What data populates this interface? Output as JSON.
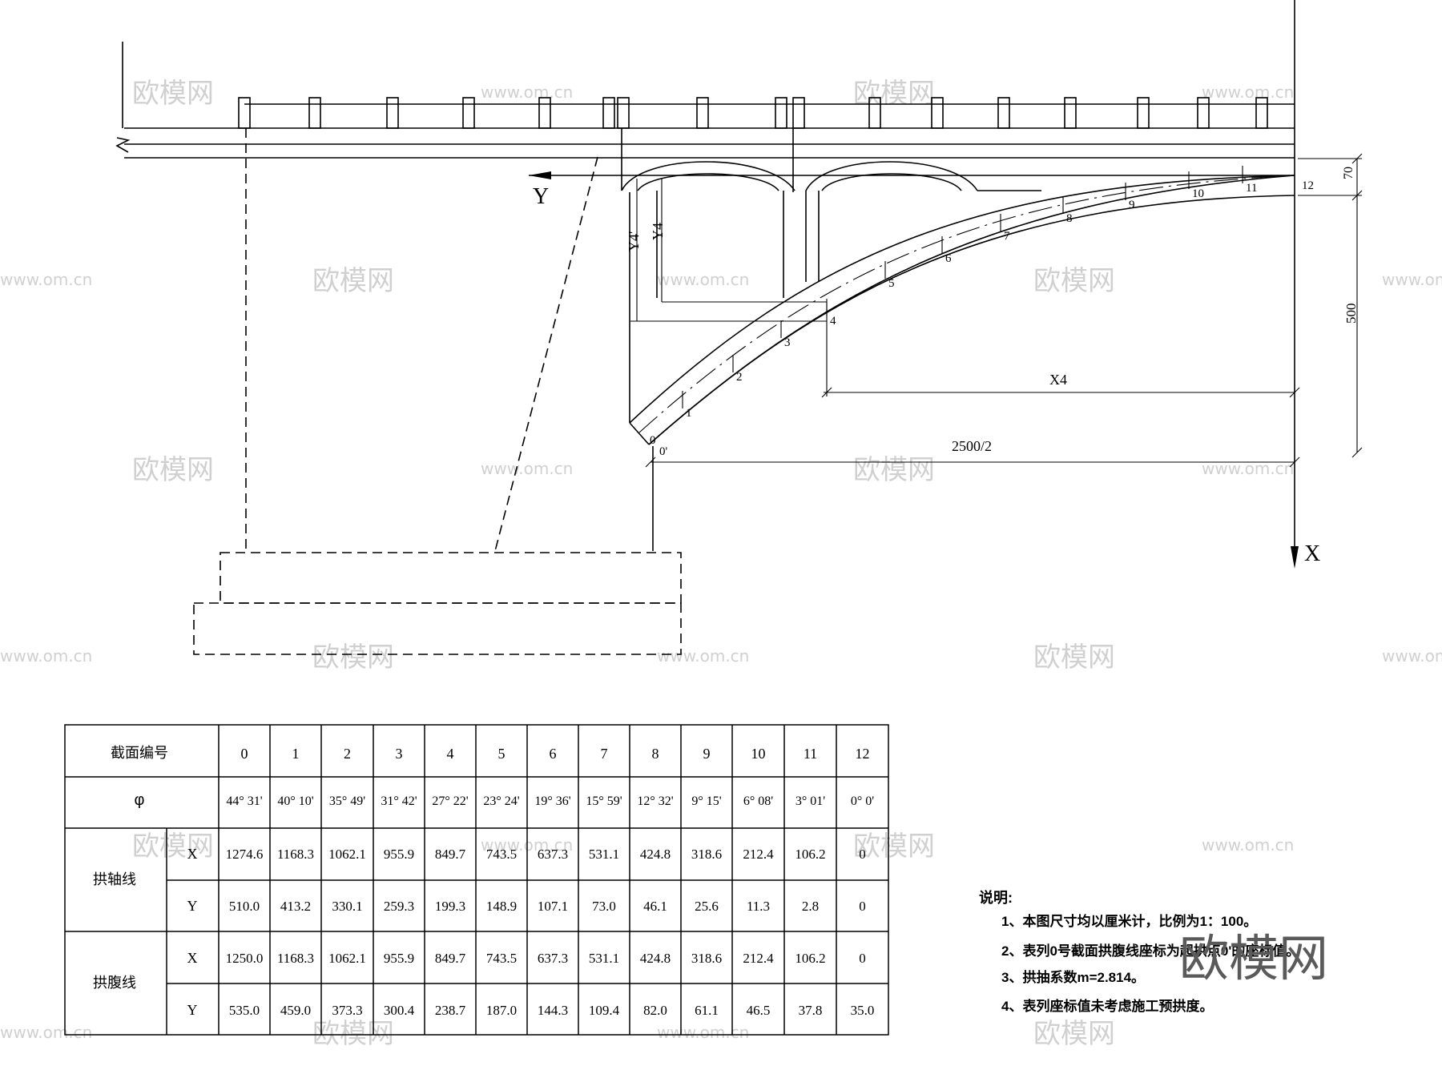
{
  "axes": {
    "y_label": "Y",
    "x_label": "X"
  },
  "dims": {
    "top": "70",
    "height": "500",
    "half_span": "2500/2",
    "x4": "X4",
    "y4": "Y4",
    "y4p": "Y4'"
  },
  "points": {
    "origin_0": "0",
    "origin_0p": "0'",
    "labels": [
      "1",
      "2",
      "3",
      "4",
      "5",
      "6",
      "7",
      "8",
      "9",
      "10",
      "11",
      "12"
    ]
  },
  "table": {
    "header_label": "截面编号",
    "sections": [
      "0",
      "1",
      "2",
      "3",
      "4",
      "5",
      "6",
      "7",
      "8",
      "9",
      "10",
      "11",
      "12"
    ],
    "phi_label": "φ",
    "phi": [
      "44° 31'",
      "40° 10'",
      "35° 49'",
      "31° 42'",
      "27° 22'",
      "23° 24'",
      "19° 36'",
      "15° 59'",
      "12° 32'",
      "9° 15'",
      "6° 08'",
      "3° 01'",
      "0° 0'"
    ],
    "axis_line_label": "拱轴线",
    "intrados_label": "拱腹线",
    "x_label": "X",
    "y_label": "Y",
    "axis_x": [
      "1274.6",
      "1168.3",
      "1062.1",
      "955.9",
      "849.7",
      "743.5",
      "637.3",
      "531.1",
      "424.8",
      "318.6",
      "212.4",
      "106.2",
      "0"
    ],
    "axis_y": [
      "510.0",
      "413.2",
      "330.1",
      "259.3",
      "199.3",
      "148.9",
      "107.1",
      "73.0",
      "46.1",
      "25.6",
      "11.3",
      "2.8",
      "0"
    ],
    "intrados_x": [
      "1250.0",
      "1168.3",
      "1062.1",
      "955.9",
      "849.7",
      "743.5",
      "637.3",
      "531.1",
      "424.8",
      "318.6",
      "212.4",
      "106.2",
      "0"
    ],
    "intrados_y": [
      "535.0",
      "459.0",
      "373.3",
      "300.4",
      "238.7",
      "187.0",
      "144.3",
      "109.4",
      "82.0",
      "61.1",
      "46.5",
      "37.8",
      "35.0"
    ]
  },
  "notes": {
    "title": "说明:",
    "items": [
      "1、本图尺寸均以厘米计，比例为1：100。",
      "2、表列0号截面拱腹线座标为起拱点0'的座标值。",
      "3、拱抽系数m=2.814。",
      "4、表列座标值未考虑施工预拱度。"
    ]
  },
  "watermark": {
    "logo": "欧模网",
    "url": "www.om.cn"
  }
}
